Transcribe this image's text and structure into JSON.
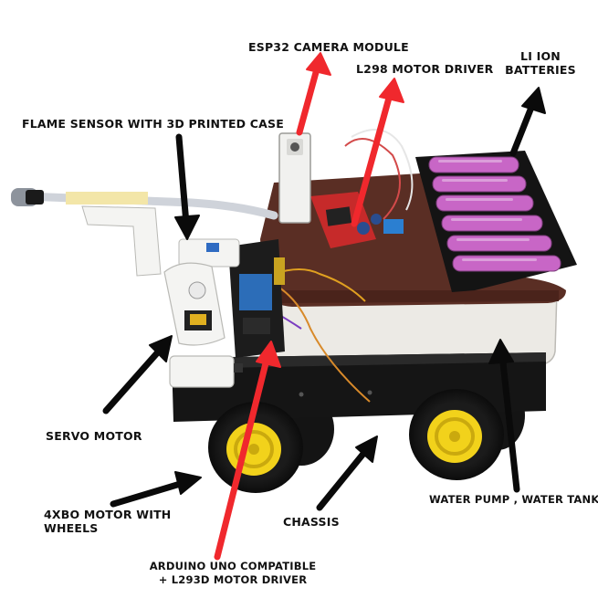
{
  "labels": {
    "esp32": "ESP32 CAMERA MODULE",
    "l298": "L298 MOTOR DRIVER",
    "li_ion_1": "LI ION",
    "li_ion_2": "BATTERIES",
    "flame": "FLAME SENSOR WITH 3D PRINTED CASE",
    "servo": "SERVO MOTOR",
    "motor_1": "4XBO MOTOR WITH",
    "motor_2": "WHEELS",
    "chassis": "CHASSIS",
    "pump": "WATER PUMP , WATER TANK",
    "arduino_1": "ARDUINO UNO COMPATIBLE",
    "arduino_2": "+ L293D MOTOR DRIVER"
  },
  "colors": {
    "arrow_red": "#f0282d",
    "arrow_black": "#0a0a0a",
    "lid_brown": "#5a2e24",
    "tank_white": "#e9e8e4",
    "base_black": "#161616",
    "wheel_yellow": "#f2d21b",
    "battery_pink": "#c866c6"
  }
}
